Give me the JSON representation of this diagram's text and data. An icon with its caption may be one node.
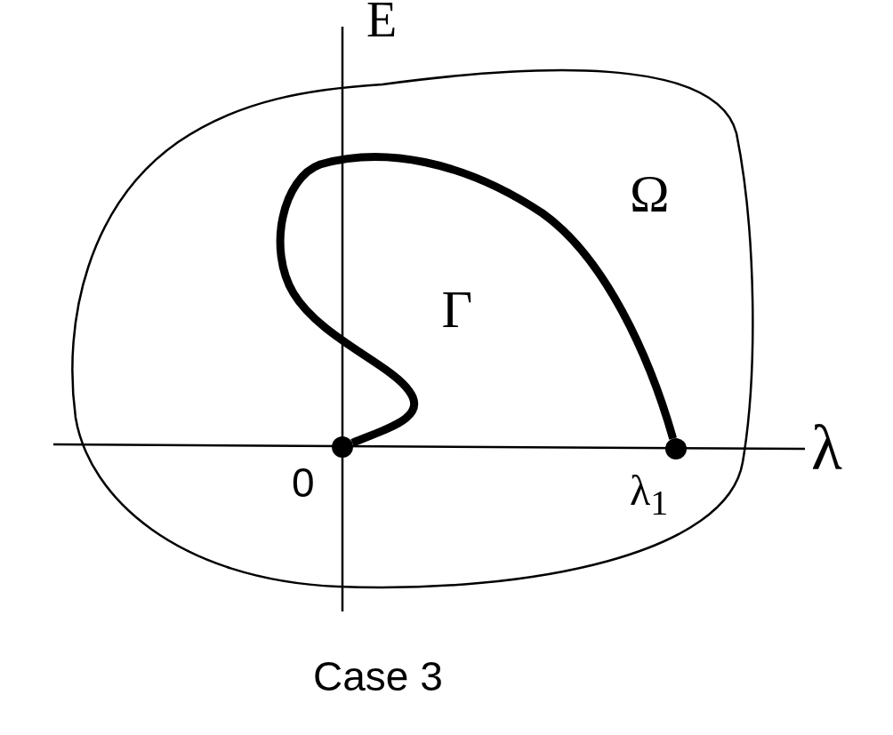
{
  "diagram": {
    "caption": "Case 3",
    "nodes": [
      {
        "text": [
          "Ω"
        ]
      },
      {
        "text": [],
        "shape": "circle",
        "in": 0,
        "beside": [
          "0"
        ]
      },
      {
        "text": [],
        "shape": "circle",
        "in": 0,
        "beside": [
          "λ$_{1}$"
        ]
      }
    ],
    "edges": [
      {
        "from": 1,
        "to": 2,
        "arrow": "none",
        "label": "Γ"
      }
    ],
    "labels": [
      "E",
      "λ"
    ]
  }
}
